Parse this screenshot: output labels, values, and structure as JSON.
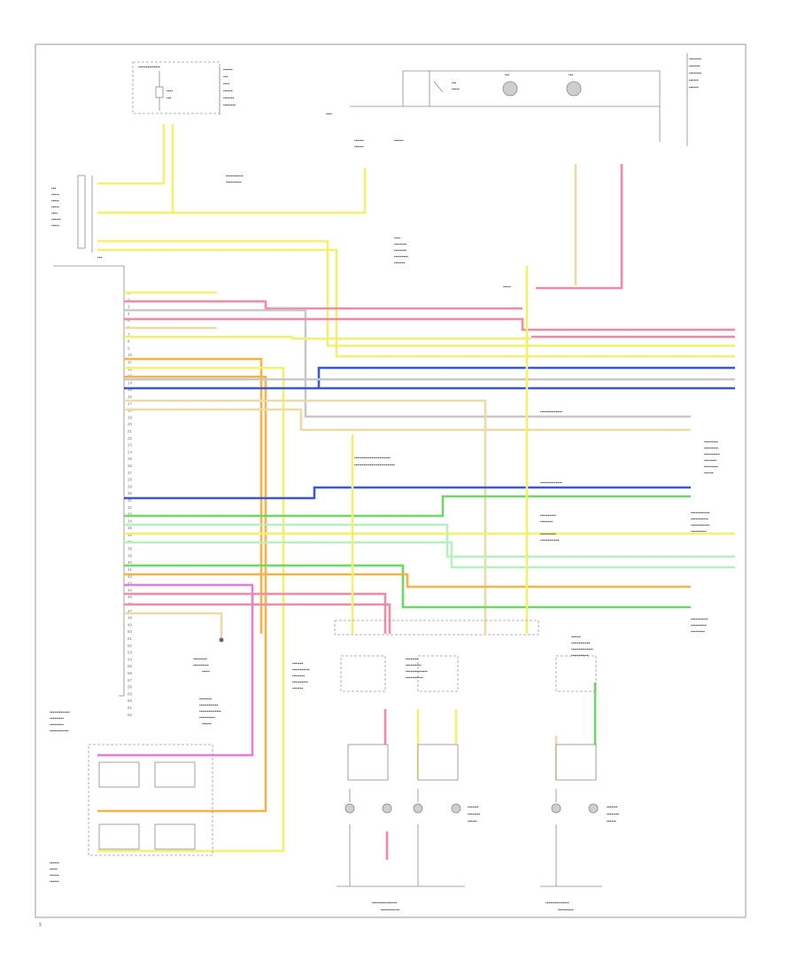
{
  "diagram": {
    "title": "",
    "footer_code": "Σ"
  },
  "colors": {
    "yellow": "#f3f06a",
    "pink": "#f28aa3",
    "orange": "#f5b347",
    "blue": "#3d57d4",
    "green": "#6fd66a",
    "light_green": "#b7f0c0",
    "magenta": "#e57ae0",
    "gray": "#c8c8c8",
    "tan": "#e9dca8",
    "black": "#555555"
  },
  "icons": [
    "ground-icon",
    "connector-icon",
    "lamp-icon",
    "splice-icon"
  ],
  "module_pins": [
    "1",
    "2",
    "3",
    "4",
    "5",
    "6",
    "7",
    "8",
    "9",
    "10",
    "11",
    "12",
    "13",
    "14",
    "15",
    "16",
    "17",
    "18",
    "19",
    "20",
    "21",
    "22",
    "23",
    "24",
    "25",
    "26",
    "27",
    "28",
    "29",
    "30",
    "31",
    "32",
    "33",
    "34",
    "35",
    "36",
    "37",
    "38",
    "39",
    "40",
    "41",
    "42",
    "43",
    "44",
    "45",
    "46",
    "47",
    "48",
    "49",
    "50",
    "51",
    "52",
    "53",
    "54",
    "55",
    "56",
    "57",
    "58",
    "59",
    "60",
    "61",
    "62"
  ],
  "left_text": [
    "Σ",
    "Σ",
    "Σ"
  ]
}
